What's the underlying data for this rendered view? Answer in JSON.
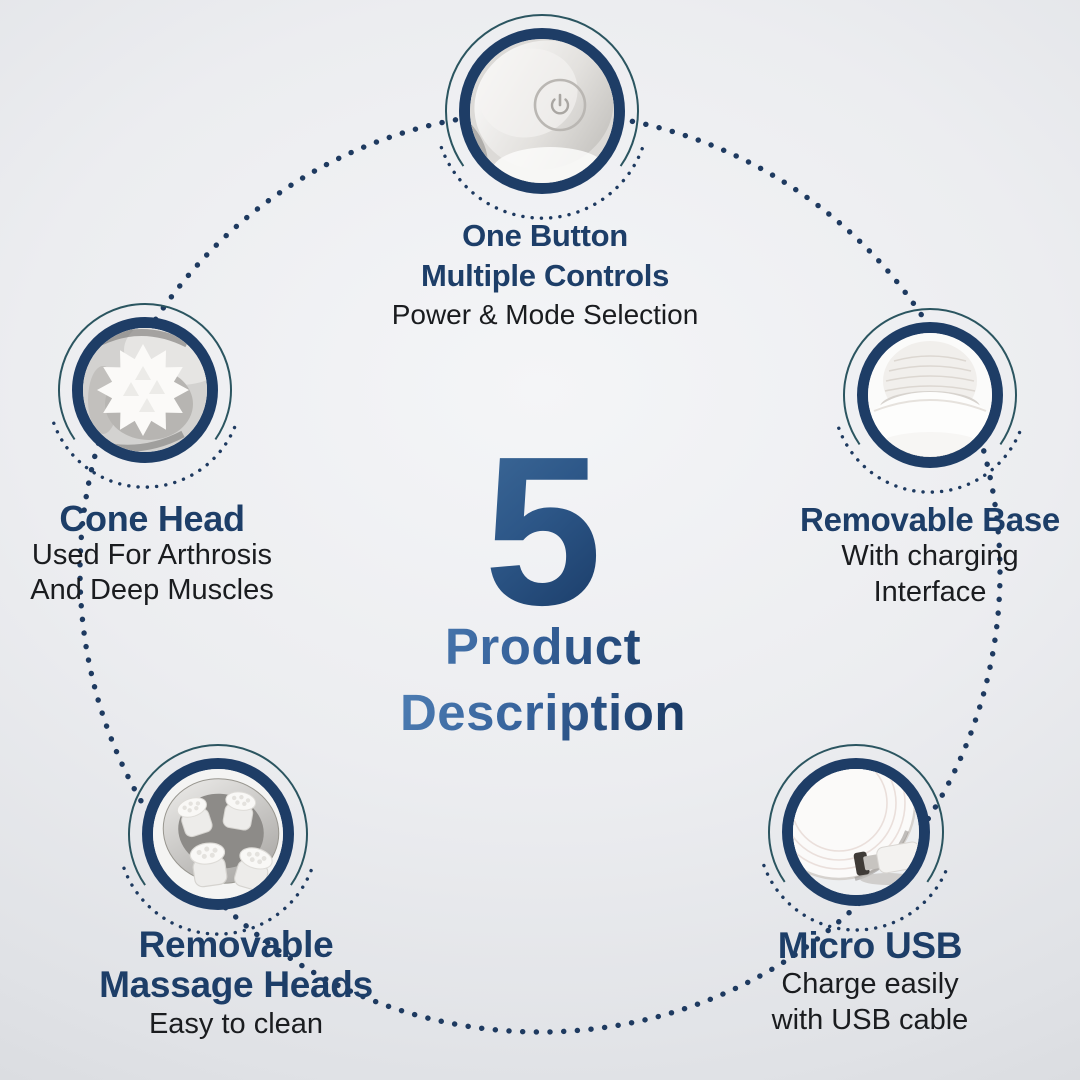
{
  "theme": {
    "navy_heading": "#1d3e68",
    "ring_navy": "#1e3d66",
    "dot_color": "#1e3a60",
    "thin_arc_color": "#2b5560",
    "subtitle_color": "#1a1c1f",
    "number_gradient": [
      "#44719f",
      "#12305a"
    ],
    "title_gradient": [
      "#4d7db3",
      "#16365f"
    ],
    "background_light": "#f4f5f7",
    "background_dark": "#d2d4d8"
  },
  "center": {
    "number": "5",
    "title1": "Product",
    "title2": "Description"
  },
  "features": {
    "one_button": {
      "title1": "One Button",
      "title2": "Multiple Controls",
      "sub1": "Power & Mode Selection",
      "photo": "device-top-power-button-photo"
    },
    "cone_head": {
      "title1": "Cone Head",
      "sub1": "Used For Arthrosis",
      "sub2": "And Deep Muscles",
      "photo": "cone-head-attachment-photo"
    },
    "removable_base": {
      "title1": "Removable Base",
      "sub1": "With charging",
      "sub2": "Interface",
      "photo": "removable-charging-base-photo"
    },
    "massage_heads": {
      "title1": "Removable",
      "title2": "Massage Heads",
      "sub1": "Easy to clean",
      "photo": "removable-massage-heads-photo"
    },
    "micro_usb": {
      "title1": "Micro USB",
      "sub1": "Charge easily",
      "sub2": "with USB cable",
      "photo": "micro-usb-charging-photo"
    }
  }
}
